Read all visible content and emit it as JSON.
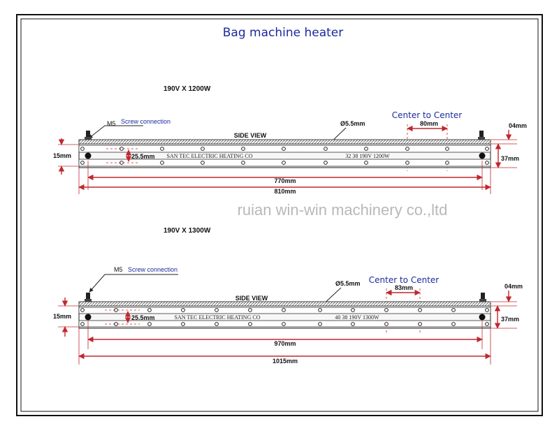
{
  "title": "Bag machine heater",
  "watermark": "ruian win-win machinery co.,ltd",
  "labels": {
    "side_view": "SIDE VIEW",
    "screw_connection": "Screw connection",
    "m5": "M5",
    "center_to_center": "Center to Center",
    "hole_diameter": "Ø5.5mm",
    "terminal_height": "04mm",
    "width": "15mm",
    "total_height": "37mm",
    "hole_offset": "25.5mm",
    "maker": "SAN TEC ELECTRIC HEATING CO"
  },
  "heaters": [
    {
      "spec": "190V X 1200W",
      "pitch": "80mm",
      "terminal_distance": "770mm",
      "total_length": "810mm",
      "stamp": "32 38 190V 1200W"
    },
    {
      "spec": "190V X 1300W",
      "pitch": "83mm",
      "terminal_distance": "970mm",
      "total_length": "1015mm",
      "stamp": "40 38 190V 1300W"
    }
  ],
  "colors": {
    "title_blue": "#1c2a9c",
    "dimension_red": "#c0282d",
    "frame": "#111111"
  },
  "icons": [
    "arrow-head-icon",
    "terminal-screw-icon",
    "mounting-hole-icon"
  ]
}
